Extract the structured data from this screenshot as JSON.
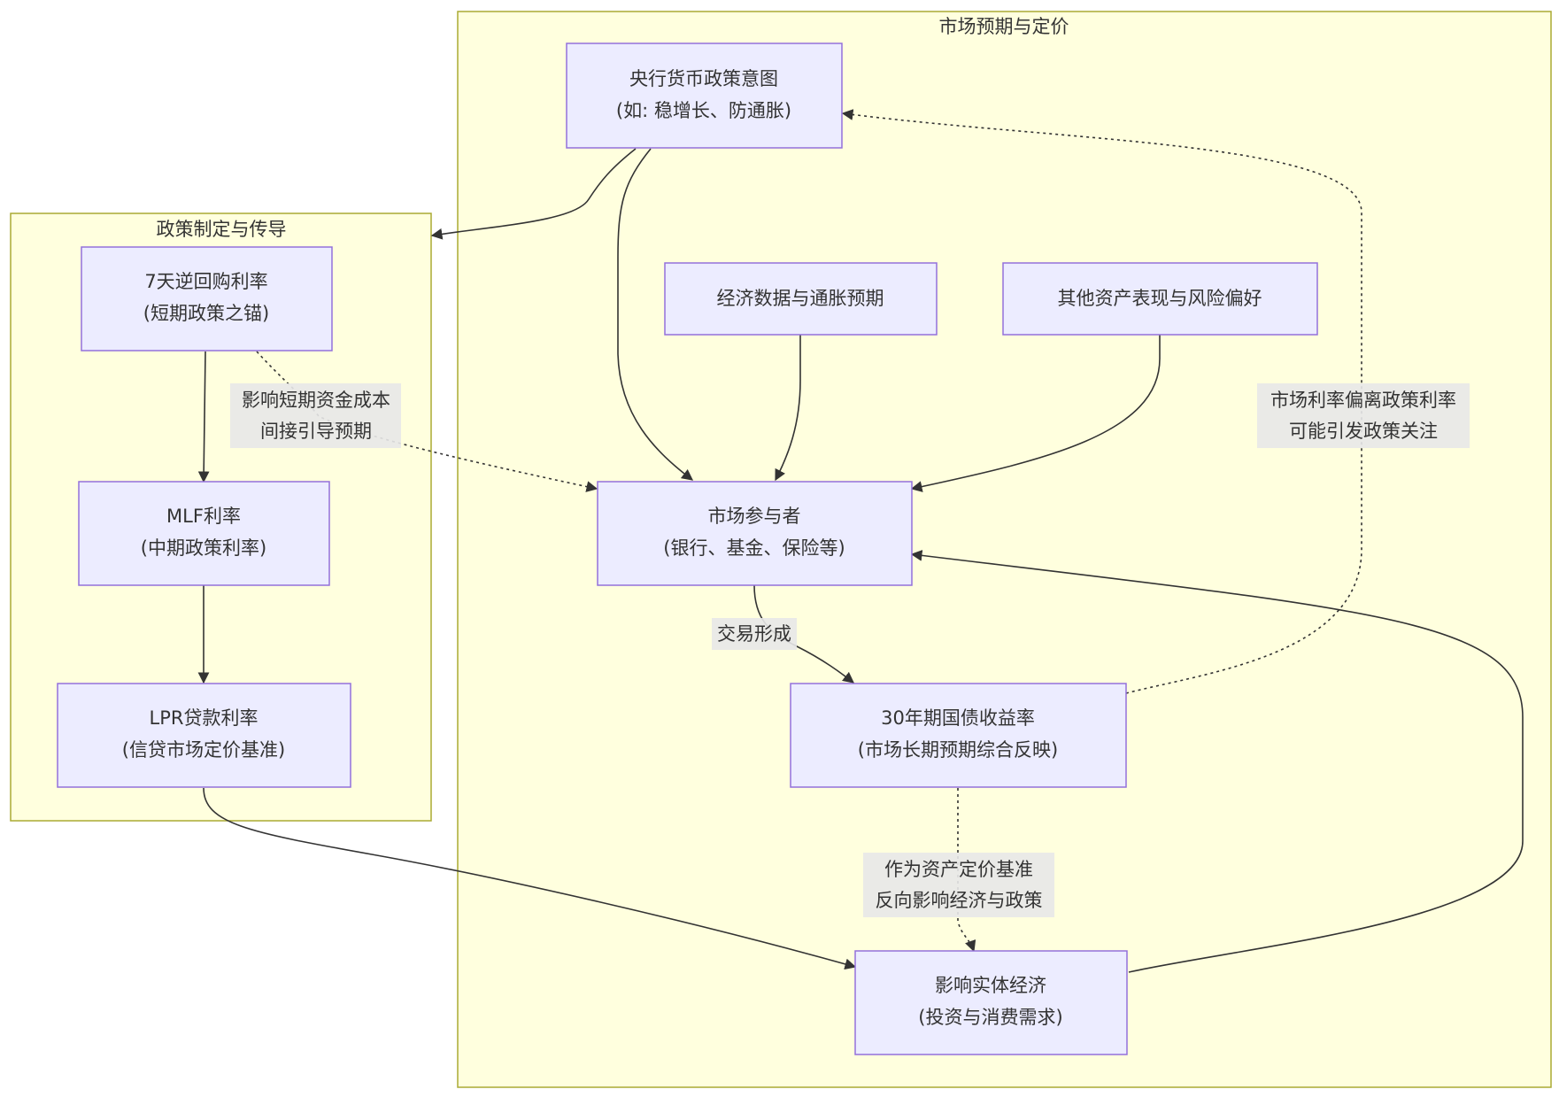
{
  "clusters": {
    "policy": {
      "title": "政策制定与传导"
    },
    "market": {
      "title": "市场预期与定价"
    }
  },
  "nodes": {
    "pboc": {
      "line1": "央行货币政策意图",
      "line2": "(如: 稳增长、防通胀)"
    },
    "repo7d": {
      "line1": "7天逆回购利率",
      "line2": "(短期政策之锚)"
    },
    "mlf": {
      "line1": "MLF利率",
      "line2": "(中期政策利率)"
    },
    "lpr": {
      "line1": "LPR贷款利率",
      "line2": "(信贷市场定价基准)"
    },
    "econ_data": {
      "line1": "经济数据与通胀预期"
    },
    "other_assets": {
      "line1": "其他资产表现与风险偏好"
    },
    "participants": {
      "line1": "市场参与者",
      "line2": "(银行、基金、保险等)"
    },
    "bond30y": {
      "line1": "30年期国债收益率",
      "line2": "(市场长期预期综合反映)"
    },
    "real_econ": {
      "line1": "影响实体经济",
      "line2": "(投资与消费需求)"
    }
  },
  "edge_labels": {
    "repo_to_participants": {
      "line1": "影响短期资金成本",
      "line2": "间接引导预期"
    },
    "deviation": {
      "line1": "市场利率偏离政策利率",
      "line2": "可能引发政策关注"
    },
    "trade": {
      "line1": "交易形成"
    },
    "pricing": {
      "line1": "作为资产定价基准",
      "line2": "反向影响经济与政策"
    }
  },
  "colors": {
    "cluster_fill": "#ffffde",
    "cluster_stroke": "#aaaa33",
    "node_fill": "#ececff",
    "node_stroke": "#9370db",
    "edge": "#333333",
    "label_bg": "#e8e8e8"
  }
}
